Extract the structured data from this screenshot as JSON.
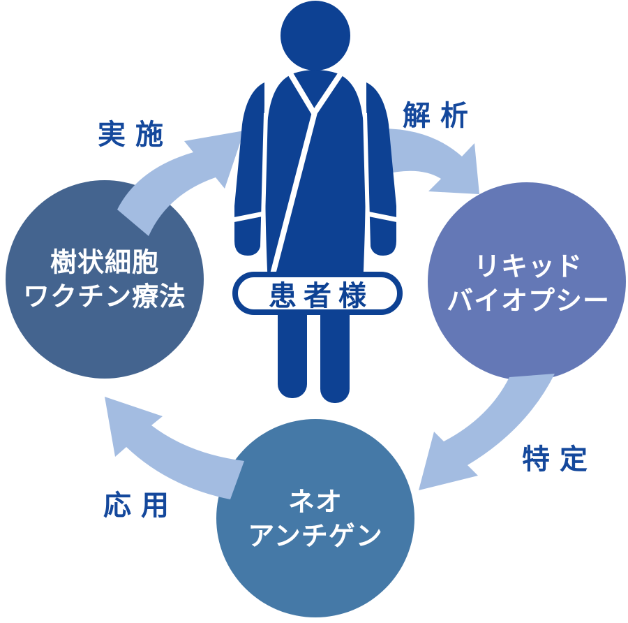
{
  "diagram": {
    "type": "cycle",
    "background": "#FFFFFF",
    "center": {
      "label": "患者様",
      "figure": "patient-silhouette",
      "badge_bg": "#FFFFFF"
    },
    "nodes": [
      {
        "id": "dendritic-cell-vaccine",
        "position": "left",
        "line1": "樹状細胞",
        "line2": "ワクチン療法",
        "color": "#44648F",
        "text_color": "#FFFFFF"
      },
      {
        "id": "liquid-biopsy",
        "position": "right",
        "line1": "リキッド",
        "line2": "バイオプシー",
        "color": "#6478B6",
        "text_color": "#FFFFFF"
      },
      {
        "id": "neoantigen",
        "position": "bottom",
        "line1": "ネオ",
        "line2": "アンチゲン",
        "color": "#4579A7",
        "text_color": "#FFFFFF"
      }
    ],
    "flows": [
      {
        "id": "implementation",
        "position": "top-left",
        "label": "実施"
      },
      {
        "id": "analysis",
        "position": "top-right",
        "label": "解析"
      },
      {
        "id": "identification",
        "position": "bottom-right",
        "label": "特定"
      },
      {
        "id": "application",
        "position": "bottom-left",
        "label": "応用"
      }
    ],
    "colors": {
      "arrow": "#A3BCE1",
      "figure": "#0D4193",
      "label_text": "#14489C",
      "badge_border": "#0D4193"
    }
  }
}
